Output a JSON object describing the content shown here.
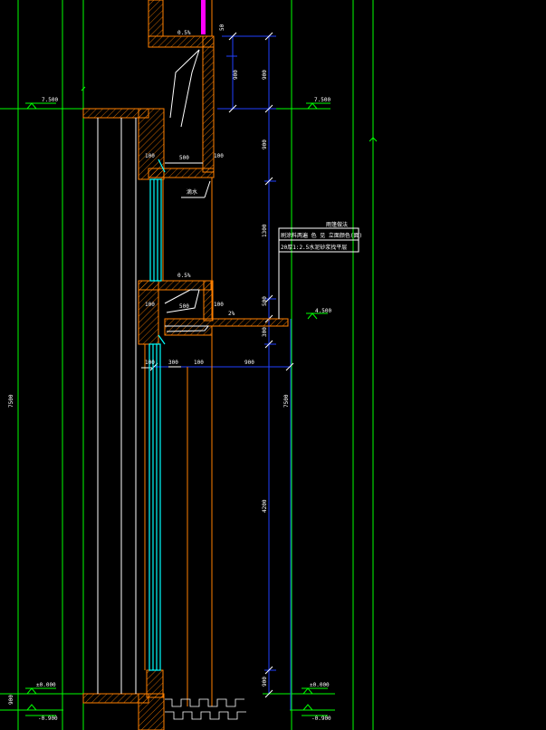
{
  "elevations": {
    "floor2_left": "7.500",
    "floor2_right": "7.500",
    "canopy": "4.500",
    "ground_left": "±0.000",
    "ground_right": "±0.000",
    "below_left": "-0.900",
    "below_right": "-0.900"
  },
  "slopes": {
    "upper_sill": "0.5%",
    "lower_sill": "0.5%",
    "canopy": "2%"
  },
  "dimensions": {
    "upper_50": "50",
    "upper_900": "900",
    "mid_900": "900",
    "upper_1300": "1300",
    "lower_500": "500",
    "lower_300": "300",
    "lower_4200": "4200",
    "lower_900": "900",
    "total_left": "7500",
    "total_right": "7500",
    "upper_box_500": "500",
    "upper_box_100a": "100",
    "upper_box_100b": "100",
    "lower_box_500": "500",
    "lower_box_100a": "100",
    "lower_box_100b": "100",
    "bottom_100": "100",
    "bottom_300": "300",
    "bottom_100b": "100",
    "bottom_900": "900",
    "left_900_a": "900",
    "left_900_b": "900"
  },
  "notes": {
    "drip": "滴水",
    "canopy_title": "雨篷做法",
    "canopy_line1": "刷涂料两遍 色 见 立面颜色(面)",
    "canopy_line2": "20厚1:2.5水泥砂浆找平层"
  },
  "colors": {
    "grid": "#00ff00",
    "dim": "#0000ff",
    "wall": "#ff8000",
    "glass": "#00ffff",
    "label": "#ffffff",
    "highlight": "#ff00ff"
  }
}
